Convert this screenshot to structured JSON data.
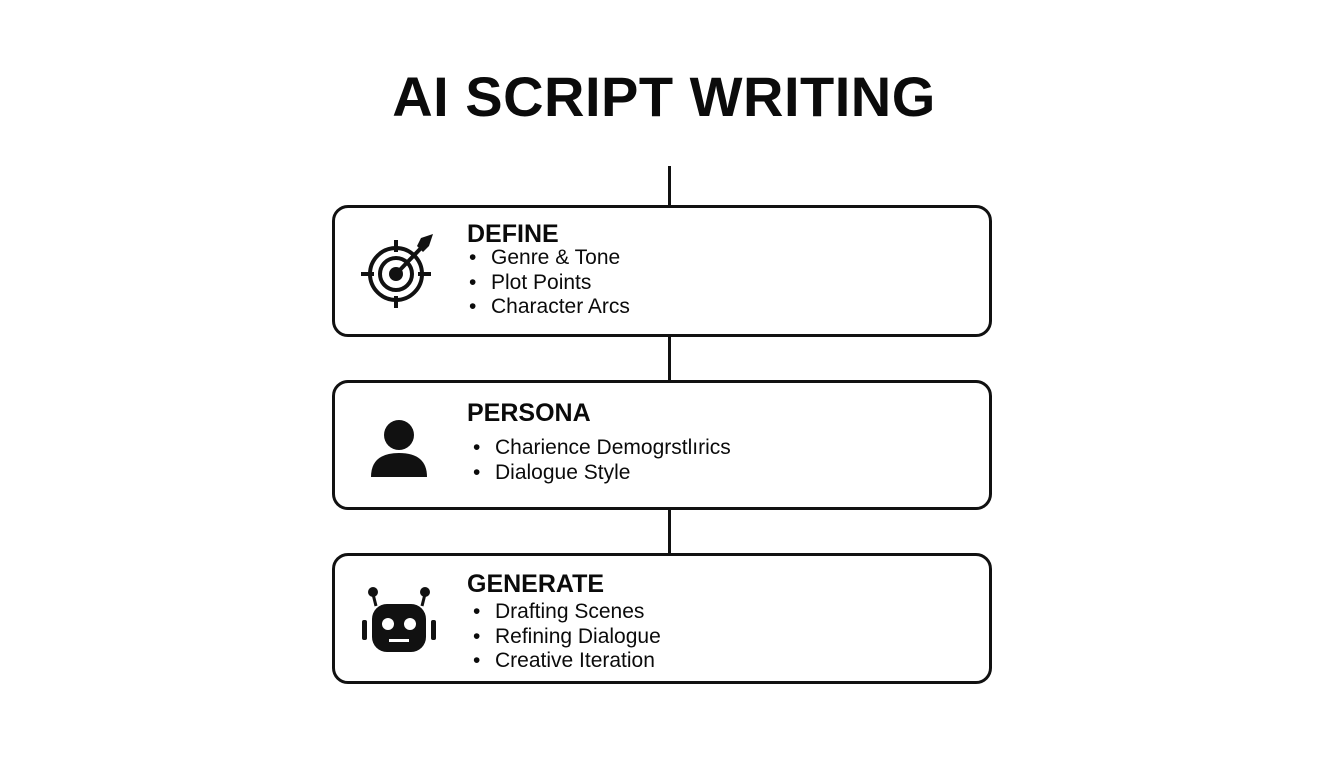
{
  "title": "AI SCRIPT WRITING",
  "steps": [
    {
      "title": "DEFINE",
      "icon": "target-arrow-icon",
      "bullets": [
        "Genre & Tone",
        "Plot Points",
        "Character Arcs"
      ]
    },
    {
      "title": "PERSONA",
      "icon": "person-icon",
      "bullets": [
        "Charience Demogrstlırics",
        "Dialogue Style"
      ]
    },
    {
      "title": "GENERATE",
      "icon": "robot-icon",
      "bullets": [
        "Drafting Scenes",
        "Refining Dialogue",
        "Creative Iteration"
      ]
    }
  ],
  "colors": {
    "stroke": "#111111",
    "background": "#ffffff"
  }
}
